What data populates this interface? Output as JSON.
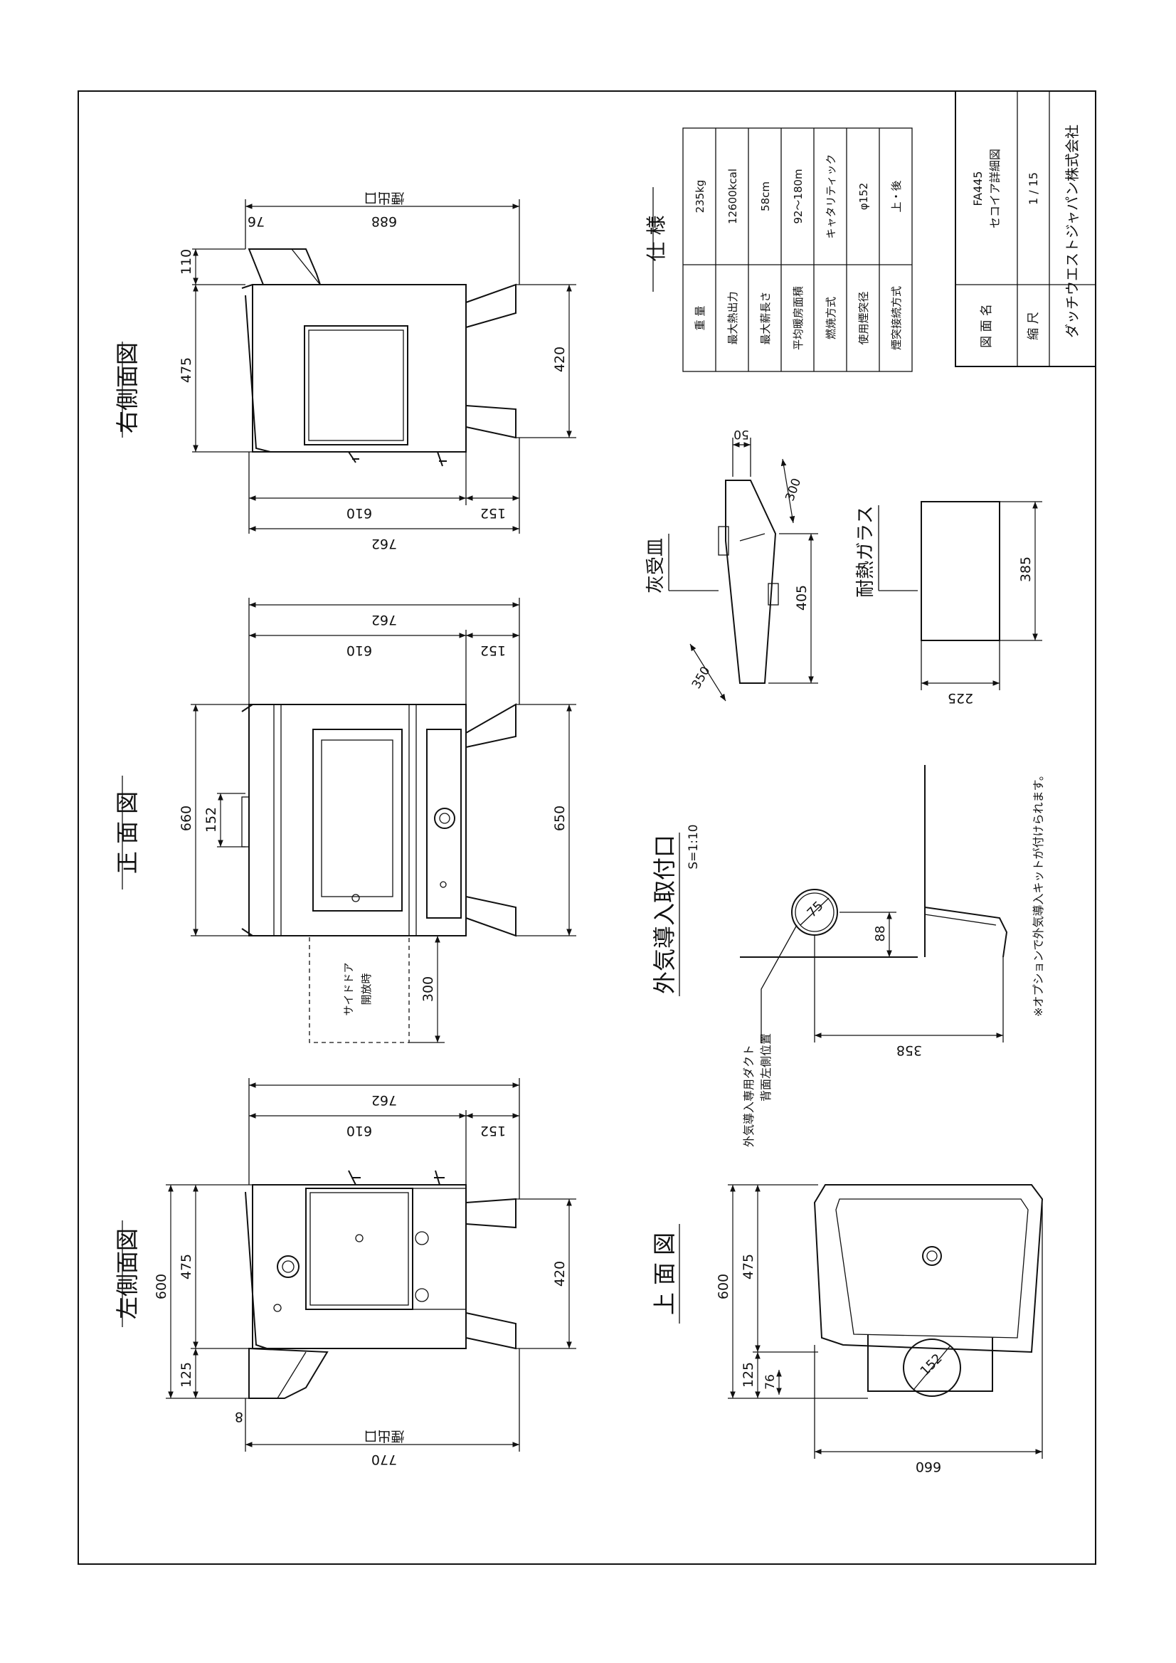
{
  "views": {
    "right_side": {
      "title": "右側面図",
      "dims": [
        "110",
        "475",
        "420",
        "610",
        "152",
        "762"
      ],
      "flue": "煙出口",
      "flue_dim": "688",
      "flue_dim2": "76"
    },
    "front": {
      "title": "正 面 図",
      "dims": [
        "660",
        "152",
        "650",
        "762",
        "610",
        "152",
        "300"
      ],
      "side_door": [
        "サイドドア",
        "開放時"
      ]
    },
    "left_side": {
      "title": "左側面図",
      "dims": [
        "600",
        "475",
        "125",
        "420",
        "762",
        "610",
        "152"
      ],
      "flue": "煙出口",
      "flue_dim": "770",
      "flue_dim2": "8"
    },
    "top": {
      "title": "上 面 図",
      "dims": [
        "600",
        "475",
        "125",
        "76",
        "660"
      ],
      "flue_dia": "152"
    }
  },
  "air_intake": {
    "title": "外気導入取付口",
    "scale": "S=1:10",
    "dims": [
      "75",
      "88",
      "358"
    ],
    "duct_label": [
      "外気導入専用ダクト",
      "背面左側位置"
    ],
    "note": "※オプションで外気導入キットが付けられます。"
  },
  "ash_pan": {
    "title": "灰受皿",
    "dims": [
      "50",
      "300",
      "405",
      "350"
    ]
  },
  "glass": {
    "title": "耐熱ガラス",
    "dims": [
      "385",
      "225"
    ]
  },
  "spec": {
    "title": "仕 様",
    "rows": [
      {
        "label": "重 量",
        "value": "235kg"
      },
      {
        "label": "最大熱出力",
        "value": "12600kcal"
      },
      {
        "label": "最大薪長さ",
        "value": "58cm"
      },
      {
        "label": "平均暖房面積",
        "value": "92～180m"
      },
      {
        "label": "燃焼方式",
        "value": "キャタリティック"
      },
      {
        "label": "使用煙突径",
        "value": "φ152"
      },
      {
        "label": "煙突接続方式",
        "value": "上・後"
      }
    ]
  },
  "title_block": {
    "drawing_name_label": "図 面 名",
    "drawing_name": "FA445",
    "drawing_name2": "セコイア詳細図",
    "scale_label": "縮 尺",
    "scale": "1 / 15",
    "company": "ダッチウエストジャパン株式会社"
  }
}
